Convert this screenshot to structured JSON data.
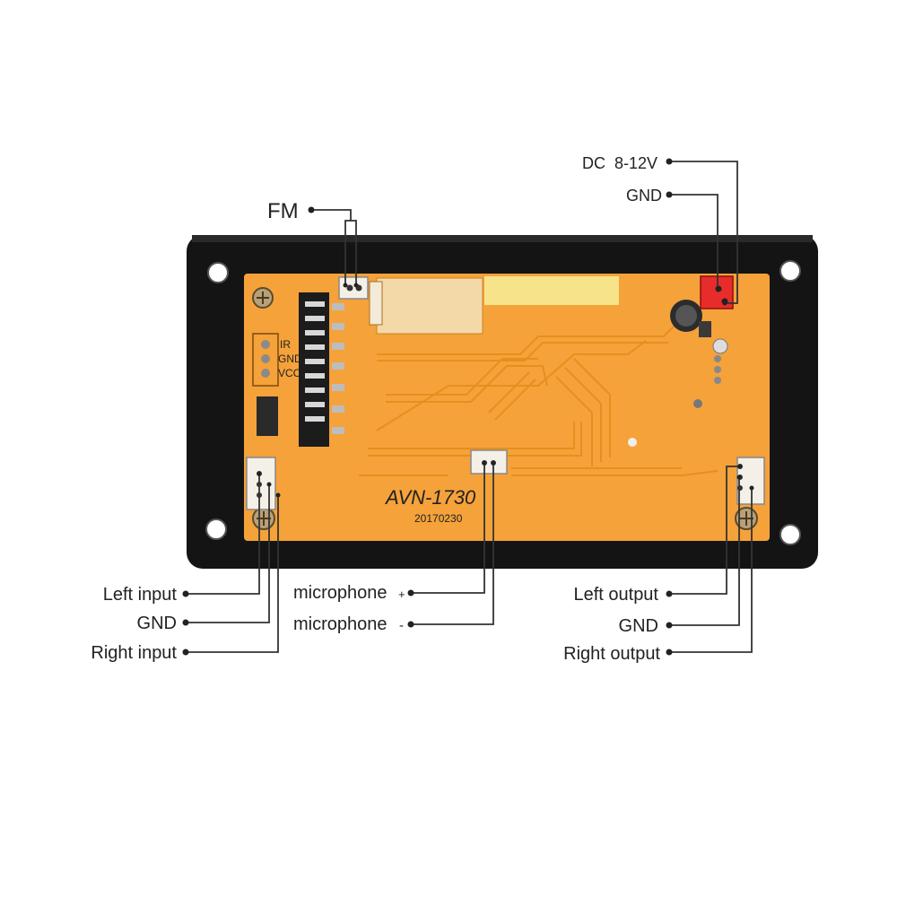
{
  "colors": {
    "pcb": "#f5a23a",
    "pcb_trace": "#e58f1e",
    "frame": "#141414",
    "line": "#333333",
    "connector_red": "#e82c2c"
  },
  "board": {
    "model": "AVN-1730",
    "code": "20170230",
    "pin_labels": {
      "ir": "IR",
      "gnd": "GND",
      "vcc": "VCC"
    }
  },
  "callouts": {
    "fm": "FM",
    "dc": "DC  8-12V",
    "dc_gnd": "GND",
    "left_input": "Left input",
    "input_gnd": "GND",
    "right_input": "Right input",
    "mic_plus": "microphone",
    "mic_plus_sign": "+",
    "mic_minus": "microphone",
    "mic_minus_sign": "-",
    "left_output": "Left output",
    "output_gnd": "GND",
    "right_output": "Right output"
  }
}
